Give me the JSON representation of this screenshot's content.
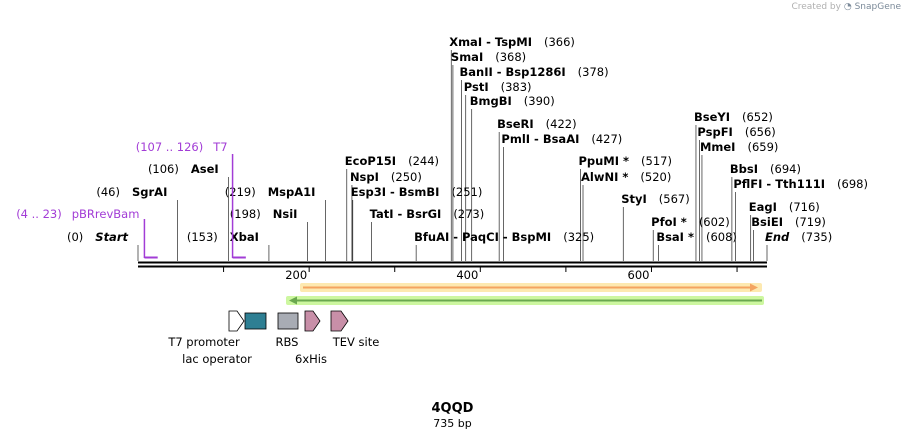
{
  "app": {
    "credit_prefix": "Created by",
    "credit_brand": "SnapGene"
  },
  "map": {
    "title": "4QQD",
    "length_label": "735 bp",
    "length_bp": 735,
    "ticks": [
      "200",
      "400",
      "600"
    ],
    "enzymes": [
      {
        "pos": 0,
        "pos_label": "(0)",
        "name": "Start",
        "side": "left",
        "italic": true
      },
      {
        "pos": 46,
        "pos_label": "(46)",
        "name": "SgrAI",
        "side": "left"
      },
      {
        "pos": 106,
        "pos_label": "(106)",
        "name": "AseI",
        "side": "left"
      },
      {
        "pos": 153,
        "pos_label": "(153)",
        "name": "XbaI",
        "side": "left"
      },
      {
        "pos": 198,
        "pos_label": "(198)",
        "name": "NsiI",
        "side": "left"
      },
      {
        "pos": 219,
        "pos_label": "(219)",
        "name": "MspA1I",
        "side": "left"
      },
      {
        "pos": 244,
        "pos_label": "(244)",
        "name": "EcoP15I",
        "side": "right"
      },
      {
        "pos": 250,
        "pos_label": "(250)",
        "name": "NspI",
        "side": "right"
      },
      {
        "pos": 251,
        "pos_label": "(251)",
        "name": "Esp3I  -  BsmBI",
        "side": "right"
      },
      {
        "pos": 273,
        "pos_label": "(273)",
        "name": "TatI  -  BsrGI",
        "side": "right"
      },
      {
        "pos": 325,
        "pos_label": "(325)",
        "name": "BfuAI  -  PaqCI  -  BspMI",
        "side": "right"
      },
      {
        "pos": 366,
        "pos_label": "(366)",
        "name": "XmaI  -  TspMI",
        "side": "right"
      },
      {
        "pos": 368,
        "pos_label": "(368)",
        "name": "SmaI",
        "side": "right"
      },
      {
        "pos": 378,
        "pos_label": "(378)",
        "name": "BanII  -  Bsp1286I",
        "side": "right"
      },
      {
        "pos": 383,
        "pos_label": "(383)",
        "name": "PstI",
        "side": "right"
      },
      {
        "pos": 390,
        "pos_label": "(390)",
        "name": "BmgBI",
        "side": "right"
      },
      {
        "pos": 422,
        "pos_label": "(422)",
        "name": "BseRI",
        "side": "right"
      },
      {
        "pos": 427,
        "pos_label": "(427)",
        "name": "PmlI  -  BsaAI",
        "side": "right"
      },
      {
        "pos": 517,
        "pos_label": "(517)",
        "name": "PpuMI *",
        "side": "right"
      },
      {
        "pos": 520,
        "pos_label": "(520)",
        "name": "AlwNI *",
        "side": "right"
      },
      {
        "pos": 567,
        "pos_label": "(567)",
        "name": "StyI",
        "side": "right"
      },
      {
        "pos": 602,
        "pos_label": "(602)",
        "name": "PfoI *",
        "side": "right"
      },
      {
        "pos": 608,
        "pos_label": "(608)",
        "name": "BsaI *",
        "side": "right"
      },
      {
        "pos": 652,
        "pos_label": "(652)",
        "name": "BseYI",
        "side": "right"
      },
      {
        "pos": 656,
        "pos_label": "(656)",
        "name": "PspFI",
        "side": "right"
      },
      {
        "pos": 659,
        "pos_label": "(659)",
        "name": "MmeI",
        "side": "right"
      },
      {
        "pos": 694,
        "pos_label": "(694)",
        "name": "BbsI",
        "side": "right"
      },
      {
        "pos": 698,
        "pos_label": "(698)",
        "name": "PflFI  -  Tth111I",
        "side": "right"
      },
      {
        "pos": 716,
        "pos_label": "(716)",
        "name": "EagI",
        "side": "right"
      },
      {
        "pos": 719,
        "pos_label": "(719)",
        "name": "BsiEI",
        "side": "right"
      },
      {
        "pos": 735,
        "pos_label": "(735)",
        "name": "End",
        "side": "right",
        "italic": true
      }
    ],
    "primers": [
      {
        "range": "(4 .. 23)",
        "name": "pBRrevBam",
        "start": 4,
        "end": 23
      },
      {
        "range": "(107 .. 126)",
        "name": "T7",
        "start": 107,
        "end": 126
      }
    ],
    "features": [
      {
        "name": "T7 promoter",
        "type": "promoter",
        "color": "#ffffff"
      },
      {
        "name": "lac operator",
        "type": "operator",
        "color": "#2e7f93"
      },
      {
        "name": "RBS",
        "type": "rbs",
        "color": "#a8acb4"
      },
      {
        "name": "6xHis",
        "type": "tag",
        "color": "#c88fa8"
      },
      {
        "name": "TEV site",
        "type": "site",
        "color": "#c88fa8"
      }
    ],
    "orf_colors": {
      "forward": "#f4a460",
      "forward_glow": "#fde9b0",
      "reverse": "#6aa84f",
      "reverse_glow": "#cdf7a0"
    }
  }
}
